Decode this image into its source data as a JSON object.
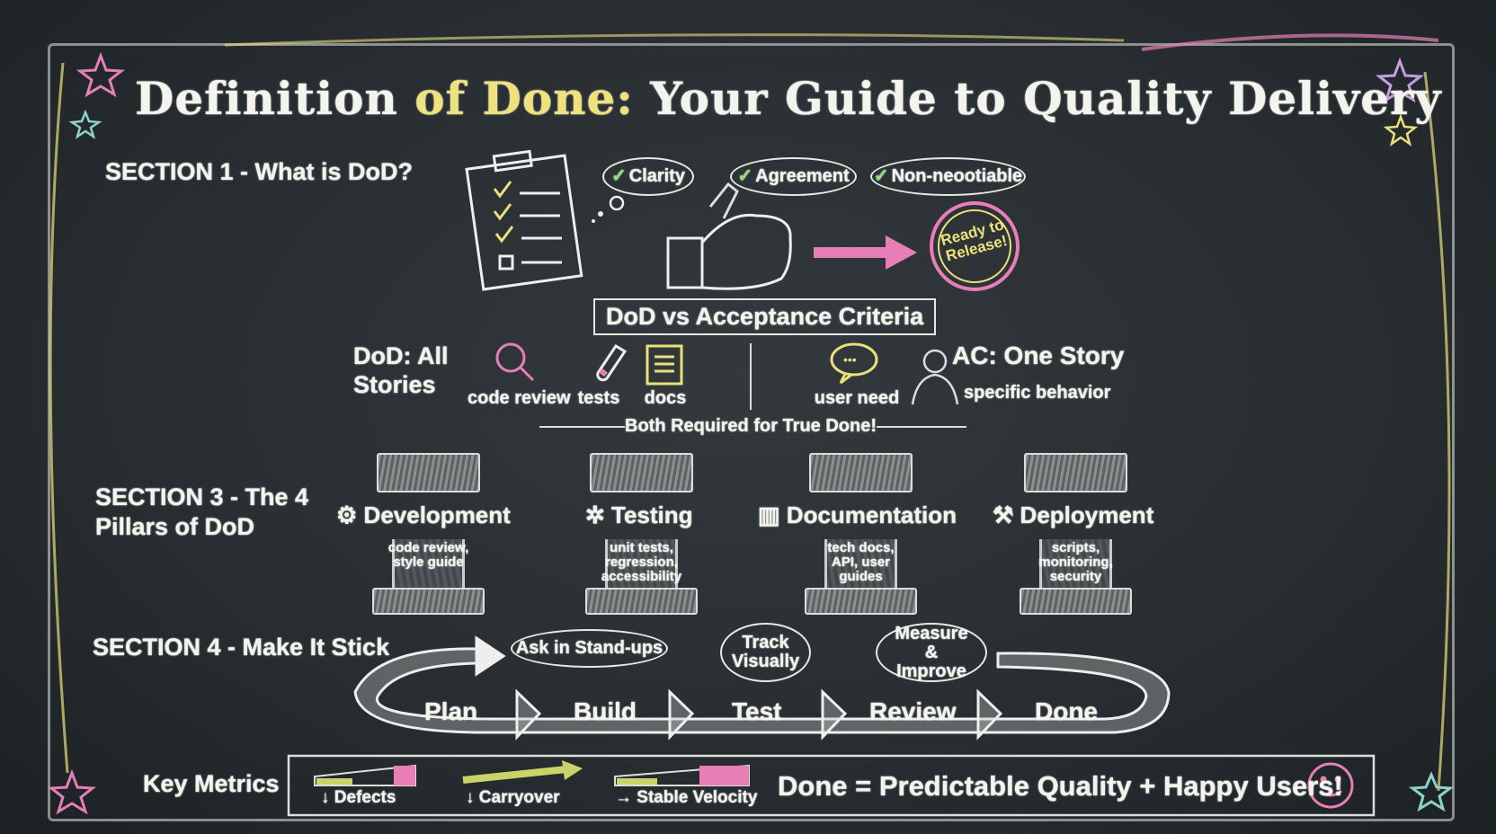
{
  "title": {
    "part1": "Definition ",
    "part2": "of Done:",
    "part3": " Your Guide to Quality Delivery"
  },
  "section1": {
    "label": "SECTION 1 - What is DoD?",
    "bubbles": [
      "Clarity",
      "Agreement",
      "Non-neootiable"
    ],
    "stamp": "Ready to Release!"
  },
  "section2": {
    "heading": "DoD vs Acceptance Criteria",
    "dod_label": "DoD: All Stories",
    "dod_items": [
      "code review",
      "tests",
      "docs"
    ],
    "ac_items": [
      "user need"
    ],
    "ac_label": "AC: One Story",
    "ac_sub": "specific behavior",
    "footer": "Both Required for True Done!"
  },
  "section3": {
    "label": "SECTION 3 - The 4 Pillars of DoD",
    "pillars": [
      {
        "name": "Development",
        "detail": "code review, style guide",
        "icon": "wrench-icon"
      },
      {
        "name": "Testing",
        "detail": "unit tests, regression, accessibility",
        "icon": "bug-icon"
      },
      {
        "name": "Documentation",
        "detail": "tech docs, API, user guides",
        "icon": "book-icon"
      },
      {
        "name": "Deployment",
        "detail": "scripts, monitoring, security",
        "icon": "hammer-icon"
      }
    ]
  },
  "section4": {
    "label": "SECTION 4 - Make It Stick",
    "steps": [
      "Plan",
      "Build",
      "Test",
      "Review",
      "Done"
    ],
    "bubbles": [
      "Ask in Stand-ups",
      "Track Visually",
      "Measure & Improve"
    ]
  },
  "metrics": {
    "label": "Key Metrics",
    "items": [
      "↓ Defects",
      "↓ Carryover",
      "→ Stable Velocity"
    ],
    "tagline": "Done = Predictable Quality + Happy Users!"
  },
  "colors": {
    "board": "#23292c",
    "chalk_yellow": "#efe27a",
    "chalk_pink": "#e77fb6",
    "chalk_green": "#8fe36a"
  }
}
